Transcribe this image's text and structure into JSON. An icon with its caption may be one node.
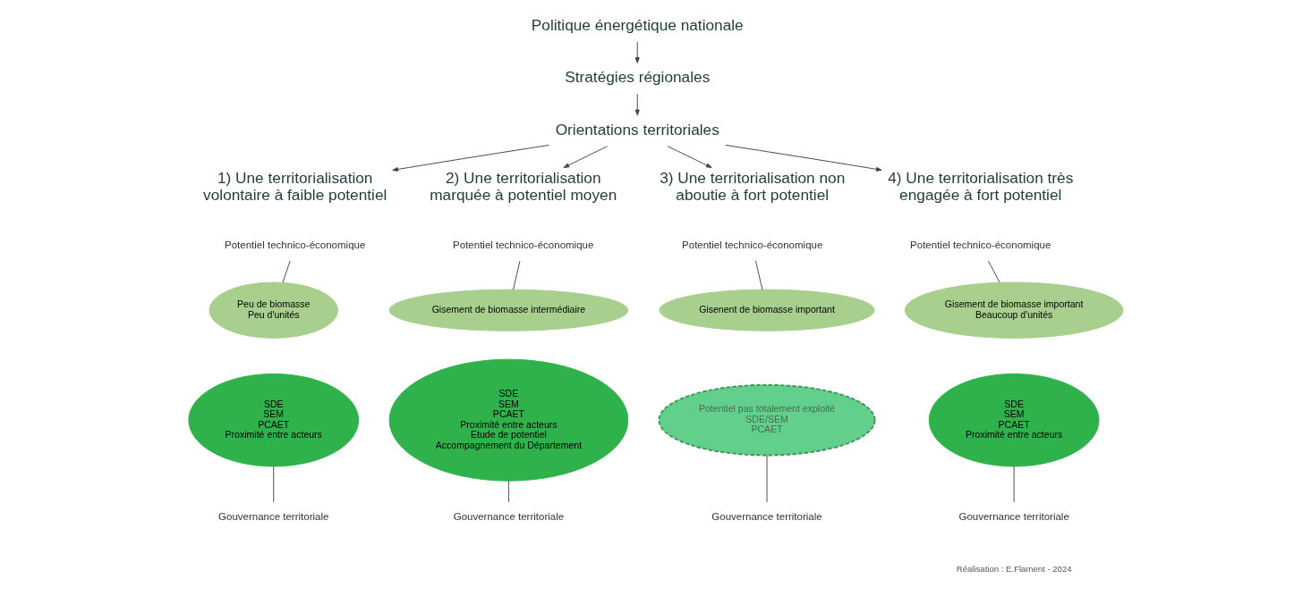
{
  "diagram": {
    "nodes": [
      {
        "text": [
          "Politique énergétique nationale"
        ]
      },
      {
        "text": [
          "Stratégies régionales"
        ]
      },
      {
        "text": [
          "Orientations territoriales"
        ]
      },
      {
        "text": [
          "1) Une territorialisation volontaire à faible potentiel"
        ]
      },
      {
        "text": [
          "2) Une territorialisation marquée à potentiel moyen"
        ]
      },
      {
        "text": [
          "3) Une territorialisation non aboutie à fort potentiel"
        ]
      },
      {
        "text": [
          "4) Une territorialisation très engagée à fort potentiel"
        ]
      },
      {
        "text": [
          "Potentiel technico-économique"
        ]
      },
      {
        "text": [
          "Peu de biomasse",
          "Peu d'unités"
        ]
      },
      {
        "text": [
          "SDE",
          "SEM",
          "PCAET",
          "Proximité entre acteurs"
        ]
      },
      {
        "text": [
          "Gouvernance territoriale"
        ]
      },
      {
        "text": [
          "Potentiel technico-économique"
        ]
      },
      {
        "text": [
          "Gisement de biomasse intermédiaire"
        ]
      },
      {
        "text": [
          "SDE",
          "SEM",
          "PCAET",
          "Proximité entre acteurs",
          "Etude de potentiel",
          "Accompagnement du Département"
        ]
      },
      {
        "text": [
          "Gouvernance territoriale"
        ]
      },
      {
        "text": [
          "Potentiel technico-économique"
        ]
      },
      {
        "text": [
          "Gisenent de biomasse important"
        ]
      },
      {
        "text": [
          "Potentiel pas totalement exploité",
          "SDE/SEM",
          "PCAET"
        ]
      },
      {
        "text": [
          "Gouvernance territoriale"
        ]
      },
      {
        "text": [
          "Potentiel technico-économique"
        ]
      },
      {
        "text": [
          "Gisement de biomasse important",
          "Beaucoup d'unités"
        ]
      },
      {
        "text": [
          "SDE",
          "SEM",
          "PCAET",
          "Proximité entre acteurs"
        ]
      },
      {
        "text": [
          "Gouvernance territoriale"
        ]
      }
    ],
    "edges": [
      {
        "from": 0,
        "to": 1,
        "arrow": "to"
      },
      {
        "from": 1,
        "to": 2,
        "arrow": "to"
      },
      {
        "from": 2,
        "to": 3,
        "arrow": "to"
      },
      {
        "from": 2,
        "to": 4,
        "arrow": "to"
      },
      {
        "from": 2,
        "to": 5,
        "arrow": "to"
      },
      {
        "from": 2,
        "to": 6,
        "arrow": "to"
      },
      {
        "from": 7,
        "to": 8,
        "arrow": "none"
      },
      {
        "from": 10,
        "to": 9,
        "arrow": "none"
      },
      {
        "from": 11,
        "to": 12,
        "arrow": "none"
      },
      {
        "from": 14,
        "to": 13,
        "arrow": "none"
      },
      {
        "from": 15,
        "to": 16,
        "arrow": "none"
      },
      {
        "from": 18,
        "to": 17,
        "arrow": "none"
      },
      {
        "from": 19,
        "to": 20,
        "arrow": "none"
      },
      {
        "from": 22,
        "to": 21,
        "arrow": "none"
      }
    ],
    "labels": [
      "Réalisation : E.Flament - 2024"
    ]
  }
}
